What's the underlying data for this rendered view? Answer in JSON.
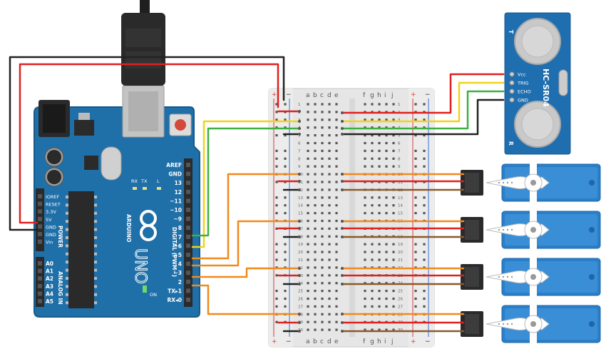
{
  "arduino": {
    "brand": "ARDUINO",
    "model": "UNO",
    "header_digital": "DIGITAL (PWM~)",
    "header_power": "POWER",
    "header_analog": "ANALOG IN",
    "on_label": "ON",
    "rx_label": "RX",
    "tx_label": "TX",
    "l_label": "L",
    "top_pins": [
      "AREF",
      "GND",
      "13",
      "12",
      "~11",
      "~10",
      "~9",
      "8",
      "7",
      "~6",
      "~5",
      "4",
      "~3",
      "2",
      "TX▸1",
      "RX◂0"
    ],
    "power_pins": [
      "IOREF",
      "RESET",
      "3.3V",
      "5V",
      "GND",
      "GND",
      "Vin"
    ],
    "analog_pins": [
      "A0",
      "A1",
      "A2",
      "A3",
      "A4",
      "A5"
    ]
  },
  "breadboard": {
    "columns_left": [
      "a",
      "b",
      "c",
      "d",
      "e"
    ],
    "columns_right": [
      "f",
      "g",
      "h",
      "i",
      "j"
    ],
    "plus": "+",
    "minus": "−",
    "rows": 30
  },
  "sensor": {
    "model": "HC-SR04",
    "pins": [
      "Vcc",
      "TRIG",
      "ECHO",
      "GND"
    ],
    "t_label": "T",
    "r_label": "R"
  },
  "colors": {
    "board_blue": "#1f6fa8",
    "board_edge": "#17598a",
    "breadboard": "#e9e9e9",
    "rail_red": "#d83b3b",
    "rail_blue": "#3a6fd8",
    "wire_red": "#e02020",
    "wire_black": "#222222",
    "wire_yellow": "#f2d21a",
    "wire_green": "#3cb043",
    "wire_orange": "#f08a1c",
    "wire_brown": "#8a5a2b",
    "servo_blue": "#2a7fc9",
    "sensor_blue": "#1f6fb0"
  }
}
